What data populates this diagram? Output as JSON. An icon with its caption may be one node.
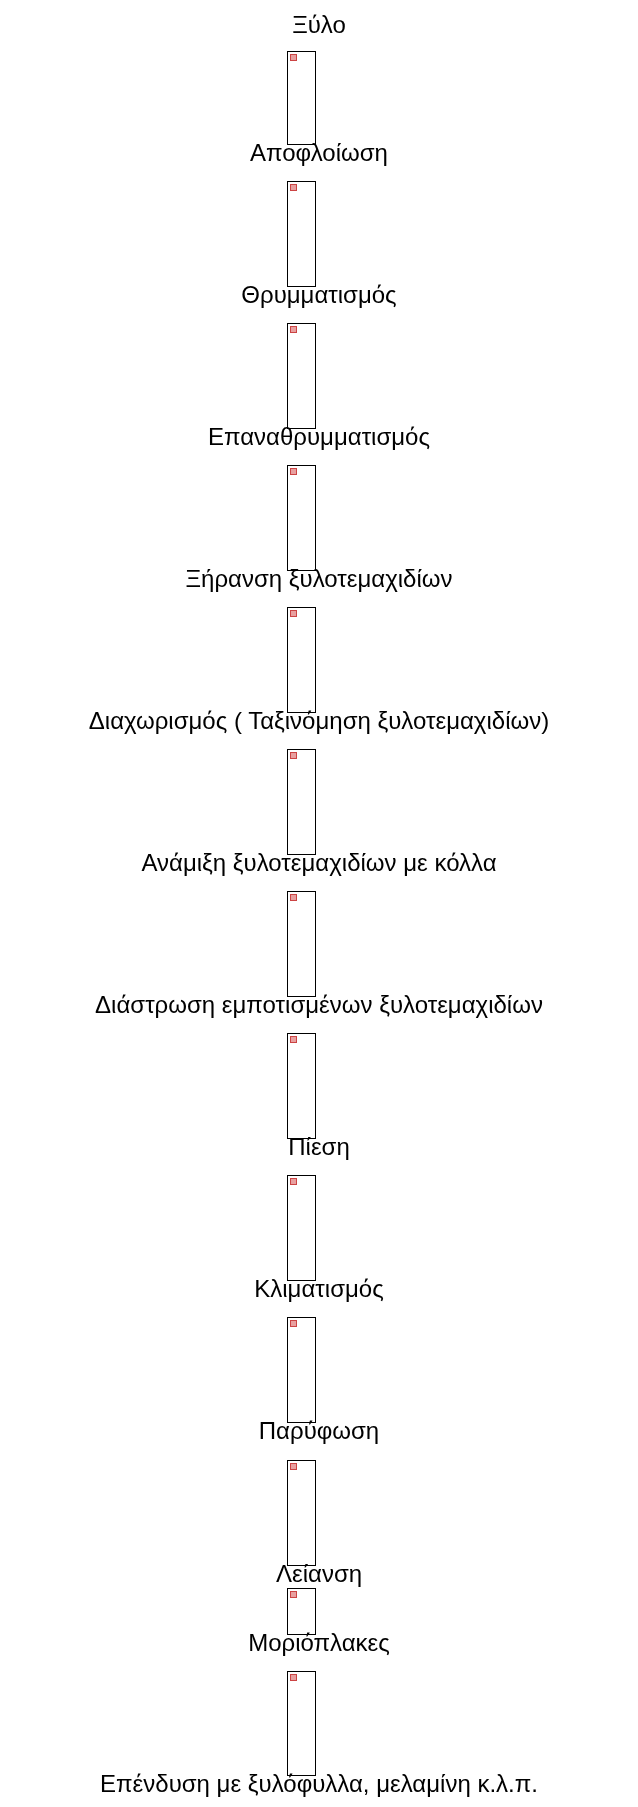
{
  "diagram": {
    "nodes": [
      {
        "text": [
          "Ξύλο"
        ]
      },
      {
        "text": [],
        "shape": "box"
      },
      {
        "text": [
          "Αποφλοίωση"
        ]
      },
      {
        "text": [],
        "shape": "box"
      },
      {
        "text": [
          "Θρυμματισμός"
        ]
      },
      {
        "text": [],
        "shape": "box"
      },
      {
        "text": [
          "Επαναθρυμματισμός"
        ]
      },
      {
        "text": [],
        "shape": "box"
      },
      {
        "text": [
          "Ξήρανση ξυλοτεμαχιδίων"
        ]
      },
      {
        "text": [],
        "shape": "box"
      },
      {
        "text": [
          "Διαχωρισμός ( Ταξινόμηση ξυλοτεμαχιδίων)"
        ]
      },
      {
        "text": [],
        "shape": "box"
      },
      {
        "text": [
          "Ανάμιξη ξυλοτεμαχιδίων με κόλλα"
        ]
      },
      {
        "text": [],
        "shape": "box"
      },
      {
        "text": [
          "Διάστρωση εμποτισμένων ξυλοτεμαχιδίων"
        ]
      },
      {
        "text": [],
        "shape": "box"
      },
      {
        "text": [
          "Πίεση"
        ]
      },
      {
        "text": [],
        "shape": "box"
      },
      {
        "text": [
          "Κλιματισμός"
        ]
      },
      {
        "text": [],
        "shape": "box"
      },
      {
        "text": [
          "Παρύφωση"
        ]
      },
      {
        "text": [],
        "shape": "box"
      },
      {
        "text": [
          "Λείανση"
        ]
      },
      {
        "text": [],
        "shape": "box"
      },
      {
        "text": [
          "Μοριόπλακες"
        ]
      },
      {
        "text": [],
        "shape": "box"
      },
      {
        "text": [
          "Επένδυση με ξυλόφυλλα, μελαμίνη κ.λ.π."
        ]
      }
    ]
  }
}
